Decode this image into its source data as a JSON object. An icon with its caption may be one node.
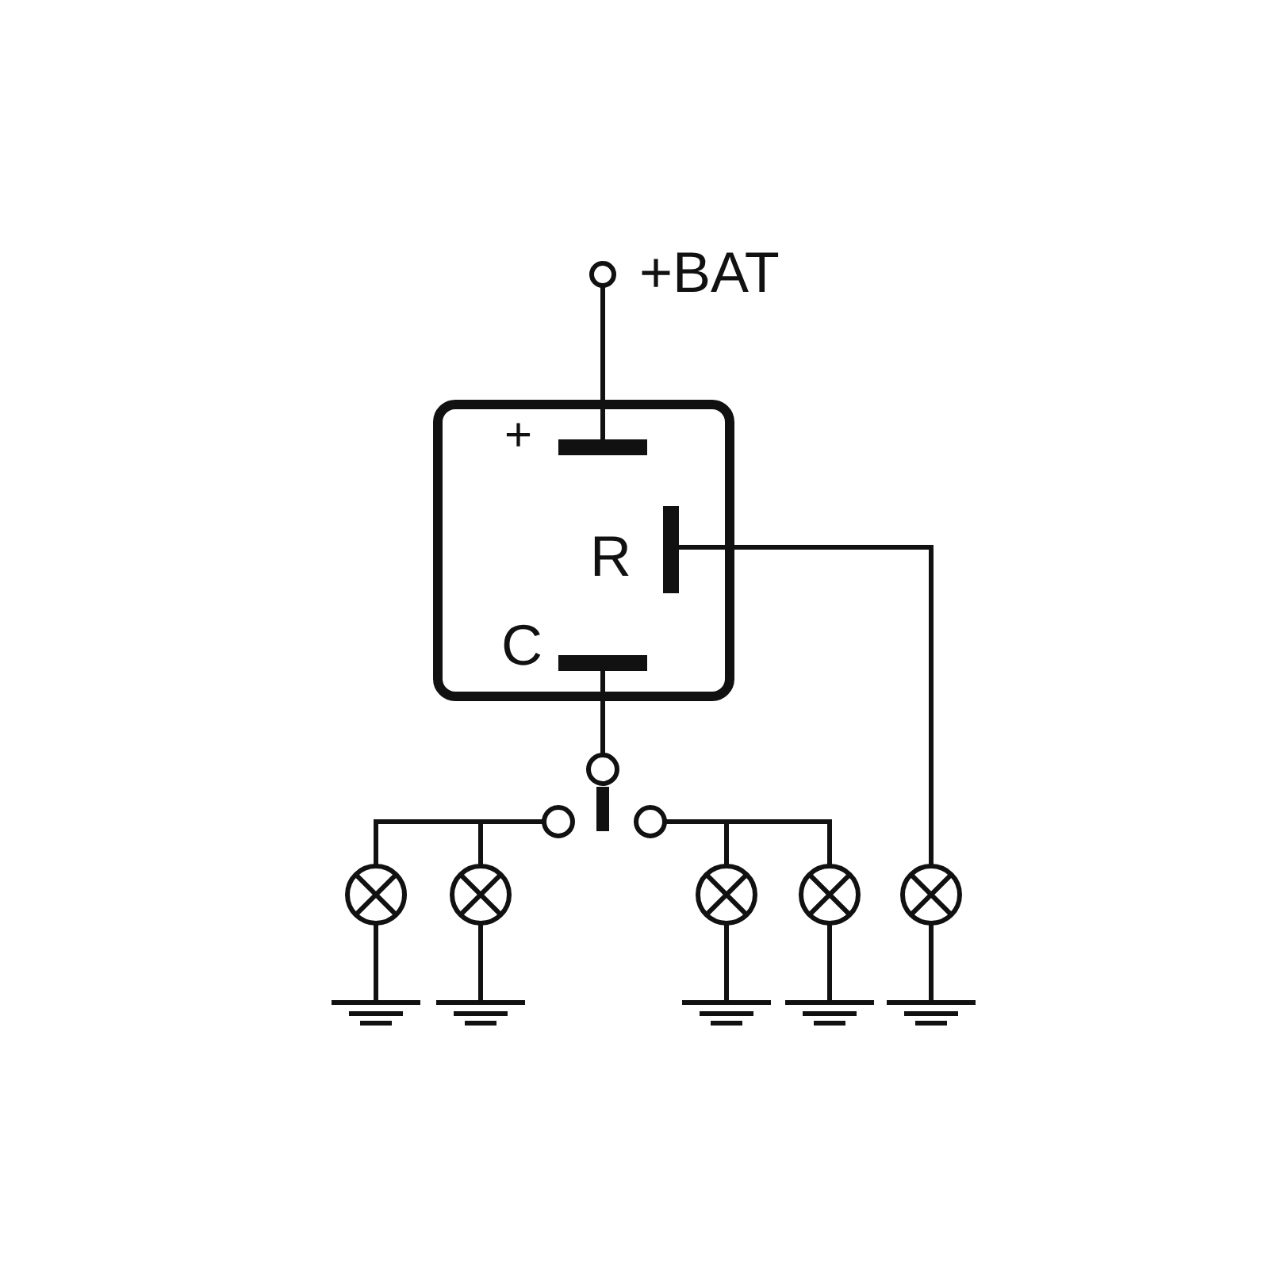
{
  "diagram": {
    "nodes": [
      {
        "text": [
          "+BAT"
        ]
      },
      {
        "text": [],
        "shape": "box"
      },
      {
        "text": [
          "+"
        ],
        "in": 1
      },
      {
        "text": [
          "R"
        ],
        "in": 1
      },
      {
        "text": [
          "C"
        ],
        "in": 1
      },
      {
        "text": [],
        "shape": "circle"
      },
      {
        "text": [],
        "shape": "circle"
      },
      {
        "text": [],
        "shape": "circle"
      },
      {
        "text": [],
        "shape": "lamp"
      },
      {
        "text": [],
        "shape": "lamp"
      },
      {
        "text": [],
        "shape": "lamp"
      },
      {
        "text": [],
        "shape": "lamp"
      },
      {
        "text": [],
        "shape": "lamp"
      },
      {
        "text": [],
        "shape": "ground"
      },
      {
        "text": [],
        "shape": "ground"
      },
      {
        "text": [],
        "shape": "ground"
      },
      {
        "text": [],
        "shape": "ground"
      },
      {
        "text": [],
        "shape": "ground"
      }
    ],
    "edges": [
      {
        "from": 0,
        "to": 2,
        "arrow": "none"
      },
      {
        "from": 4,
        "to": 5,
        "arrow": "none"
      },
      {
        "from": 6,
        "to": 8,
        "arrow": "none"
      },
      {
        "from": 6,
        "to": 9,
        "arrow": "none"
      },
      {
        "from": 7,
        "to": 10,
        "arrow": "none"
      },
      {
        "from": 7,
        "to": 11,
        "arrow": "none"
      },
      {
        "from": 3,
        "to": 12,
        "arrow": "none"
      },
      {
        "from": 8,
        "to": 13,
        "arrow": "none"
      },
      {
        "from": 9,
        "to": 14,
        "arrow": "none"
      },
      {
        "from": 10,
        "to": 15,
        "arrow": "none"
      },
      {
        "from": 11,
        "to": 16,
        "arrow": "none"
      },
      {
        "from": 12,
        "to": 17,
        "arrow": "none"
      }
    ]
  }
}
